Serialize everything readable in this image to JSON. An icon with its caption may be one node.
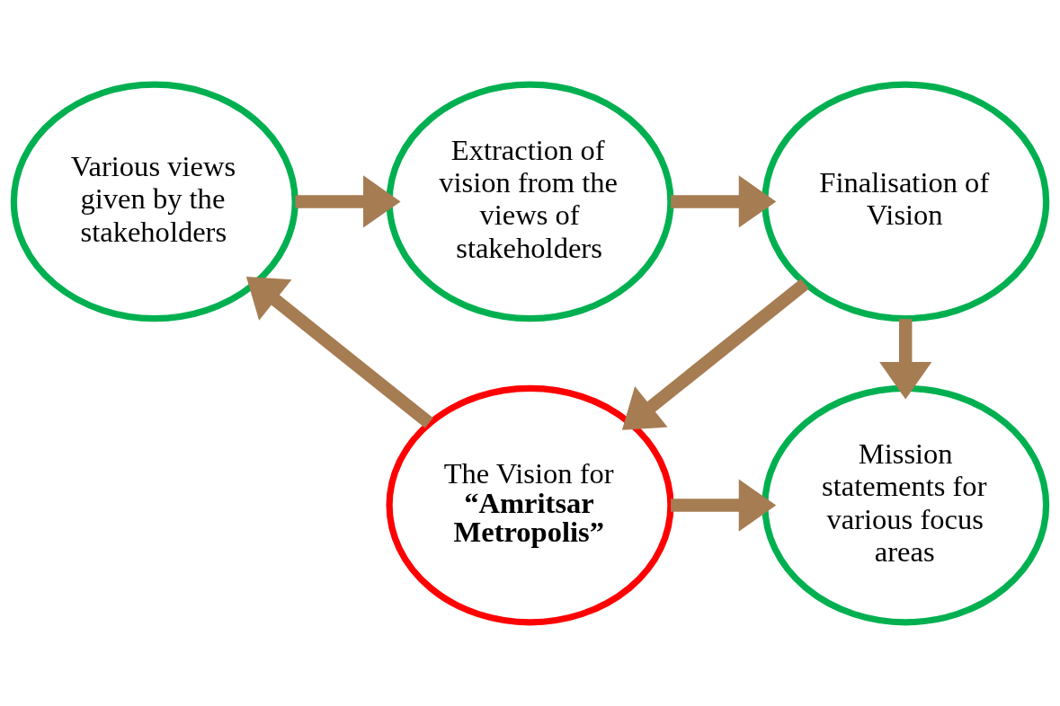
{
  "diagram": {
    "nodes": [
      {
        "text": [
          "Extraction of vision from the views of stakeholders"
        ]
      },
      {
        "text": [
          "Finalisation of Vision"
        ]
      },
      {
        "text": [
          "Mission statements for various focus areas"
        ]
      },
      {
        "text": [
          "The Vision for",
          "**“Amritsar Metropolis”**"
        ]
      },
      {
        "text": [
          "Various views given by the stakeholders"
        ]
      }
    ],
    "edges": [
      {
        "from": 0,
        "to": 1,
        "arrow": "to"
      },
      {
        "from": 1,
        "to": 2,
        "arrow": "to"
      },
      {
        "from": 1,
        "to": 3,
        "arrow": "to"
      },
      {
        "from": 3,
        "to": 4,
        "arrow": "to"
      },
      {
        "from": 3,
        "to": 2,
        "arrow": "to"
      },
      {
        "from": 4,
        "to": 0,
        "arrow": "to"
      }
    ]
  }
}
